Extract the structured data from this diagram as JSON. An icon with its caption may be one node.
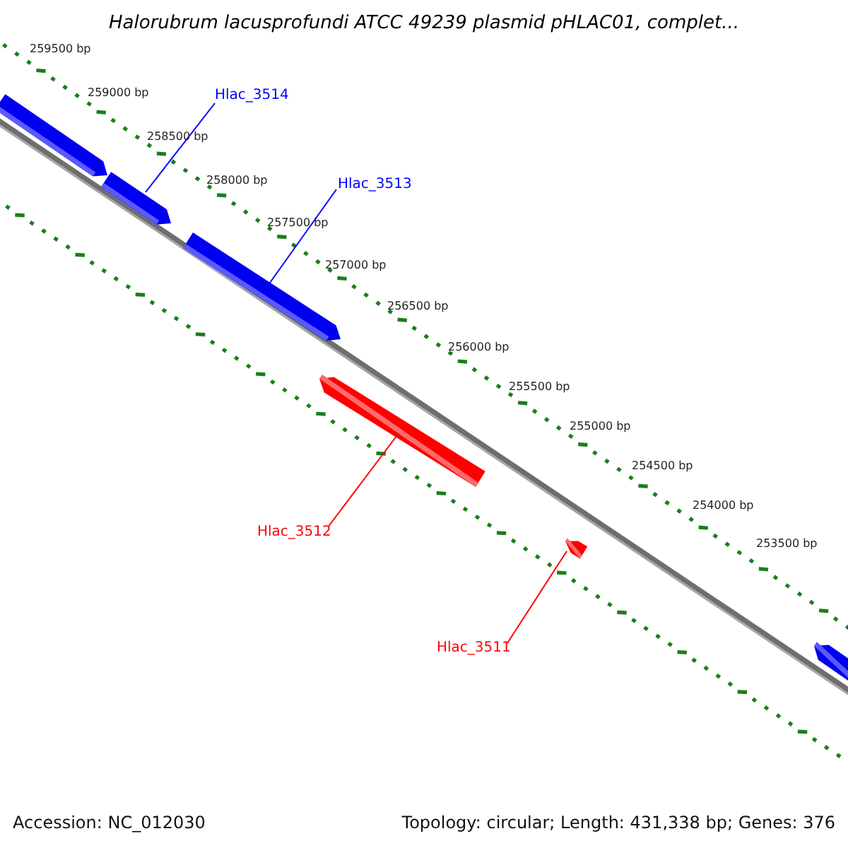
{
  "diagram": {
    "title": "Halorubrum lacusprofundi ATCC 49239 plasmid pHLAC01, complet...",
    "nodes": [
      {
        "text": [
          "Hlac_3514"
        ]
      },
      {
        "text": [],
        "shape": "bar"
      },
      {
        "text": [],
        "shape": "bar"
      },
      {
        "text": [
          "Hlac_3513"
        ]
      },
      {
        "text": [],
        "shape": "bar"
      },
      {
        "text": [],
        "shape": "bar"
      },
      {
        "text": [
          "Hlac_3512"
        ]
      },
      {
        "text": [],
        "shape": "bar"
      },
      {
        "text": [
          "Hlac_3511"
        ]
      },
      {
        "text": [],
        "shape": "bar"
      }
    ],
    "edges": [
      {
        "from": 0,
        "to": 2,
        "arrow": "none",
        "color": "#0000ff"
      },
      {
        "from": 3,
        "to": 4,
        "arrow": "none",
        "color": "#0000ff"
      },
      {
        "from": 6,
        "to": 5,
        "arrow": "none",
        "color": "#ff0000"
      },
      {
        "from": 8,
        "to": 7,
        "arrow": "none",
        "color": "#ff0000"
      }
    ],
    "labels": [
      "259500 bp",
      "259000 bp",
      "258500 bp",
      "258000 bp",
      "257500 bp",
      "257000 bp",
      "256500 bp",
      "256000 bp",
      "255500 bp",
      "255000 bp",
      "254500 bp",
      "254000 bp",
      "253500 bp",
      "Accession: NC_012030",
      "Topology: circular; Length: 431,338 bp; Genes: 376"
    ]
  }
}
